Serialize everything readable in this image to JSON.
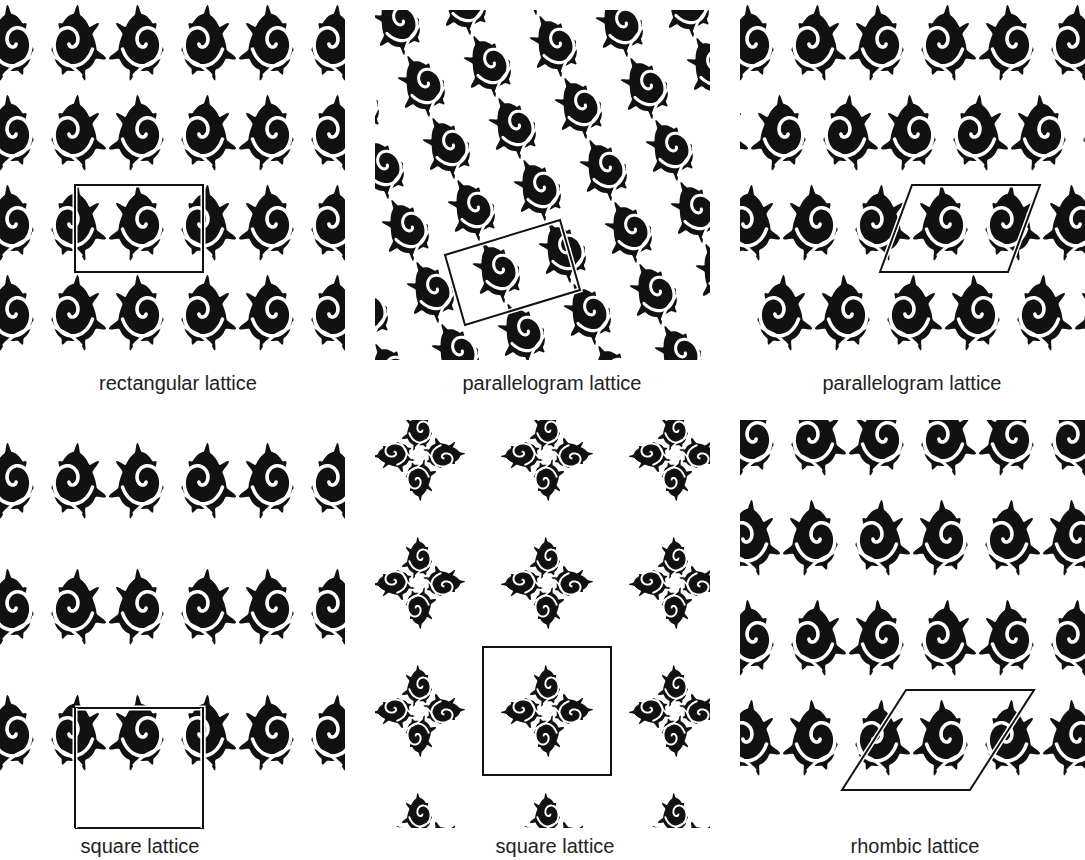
{
  "diagram": {
    "labels": [
      "rectangular lattice",
      "parallelogram lattice",
      "parallelogram lattice",
      "square lattice",
      "square lattice",
      "rhombic lattice"
    ]
  }
}
